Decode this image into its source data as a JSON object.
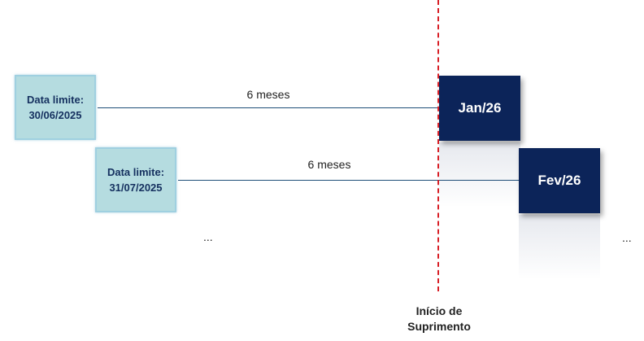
{
  "rows": [
    {
      "deadline_label": "Data limite:",
      "deadline_date": "30/06/2025",
      "duration": "6 meses",
      "month": "Jan/26"
    },
    {
      "deadline_label": "Data limite:",
      "deadline_date": "31/07/2025",
      "duration": "6 meses",
      "month": "Fev/26"
    }
  ],
  "continuation_left": "...",
  "continuation_right": "...",
  "supply_start_label": "Início de Suprimento",
  "colors": {
    "deadline_fill": "#b5dce0",
    "month_fill": "#0c2459",
    "connector": "#1f4e78",
    "supply_line": "#d81f26"
  }
}
